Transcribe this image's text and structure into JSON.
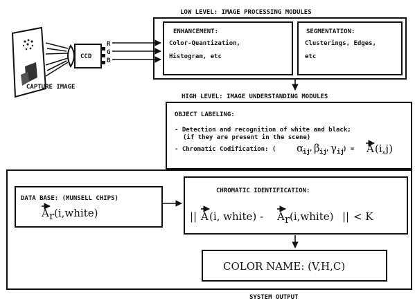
{
  "labels": {
    "low_level": "LOW LEVEL: IMAGE PROCESSING MODULES",
    "capture": "CAPTURE IMAGE",
    "ccd": "CCD",
    "channels": [
      "R",
      "G",
      "B"
    ],
    "high_level": "HIGH LEVEL: IMAGE UNDERSTANDING MODULES",
    "system_output": "SYSTEM OUTPUT"
  },
  "enhancement": {
    "title": "ENHANCEMENT:",
    "line1": "Color-Quantization,",
    "line2": "Histogram, etc"
  },
  "segmentation": {
    "title": "SEGMENTATION:",
    "line1": "Clusterings, Edges,",
    "line2": "etc"
  },
  "object_labeling": {
    "title": "OBJECT LABELING:",
    "line1": "- Detection and recognition of white and black;",
    "line2": "(if they are present in the scene)",
    "line3_prefix": "- Chromatic Codification: (",
    "line3_alpha": "α",
    "line3_beta": "β",
    "line3_gamma": "γ",
    "line3_sub": "ij",
    "line3_comma": ",",
    "line3_close": ") =",
    "line3_vec": "A",
    "line3_args": "(i,j)"
  },
  "database": {
    "line1": "DATA BASE: (MUNSELL CHIPS)",
    "vec": "A",
    "sub": "r",
    "args": "(i,white)"
  },
  "chromatic_id": {
    "title": "CHROMATIC IDENTIFICATION:",
    "open_norm": "||",
    "vec": "A",
    "term1_args": "(i, white) -",
    "sub": "r",
    "term2_args": "(i,white)",
    "close_norm": "||",
    "relation": "< K"
  },
  "color_name": {
    "text": "COLOR NAME: (V,H,C)"
  }
}
